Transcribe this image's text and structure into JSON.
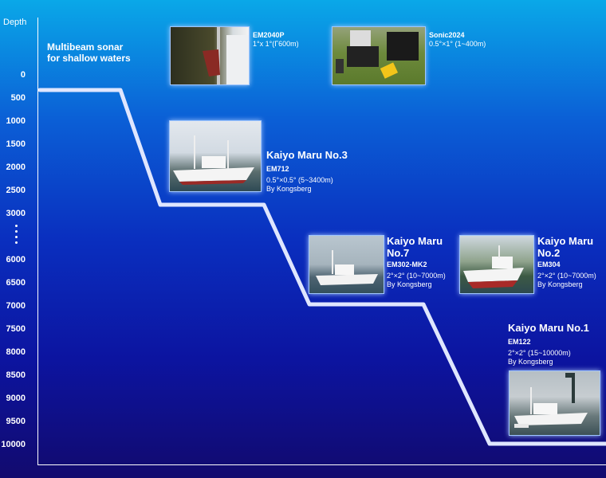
{
  "axis": {
    "title": "Depth",
    "ticks": [
      "0",
      "500",
      "1000",
      "1500",
      "2000",
      "2500",
      "3000",
      "6000",
      "6500",
      "7000",
      "7500",
      "8000",
      "8500",
      "9000",
      "9500",
      "10000"
    ]
  },
  "shallow_label": [
    "Multibeam sonar",
    "for shallow waters"
  ],
  "shallow_systems": [
    {
      "model": "EM2040P",
      "spec": "1°x 1°(Γ600m)"
    },
    {
      "model": "Sonic2024",
      "spec": "0.5°×1° (1~400m)"
    }
  ],
  "ships": [
    {
      "name": "Kaiyo Maru No.3",
      "model": "EM712",
      "spec": "0.5°×0.5° (5~3400m)",
      "maker": "By Kongsberg"
    },
    {
      "name": "Kaiyo Maru No.7",
      "model": "EM302-MK2",
      "spec": "2°×2° (10~7000m)",
      "maker": "By Kongsberg"
    },
    {
      "name": "Kaiyo Maru No.2",
      "model": "EM304",
      "spec": "2°×2° (10~7000m)",
      "maker": "By Kongsberg"
    },
    {
      "name": "Kaiyo Maru No.1",
      "model": "EM122",
      "spec": "2°×2° (15~10000m)",
      "maker": "By Kongsberg"
    }
  ],
  "colors": {
    "profile_line": "#dfe6ff",
    "axis": "#ffffff"
  }
}
